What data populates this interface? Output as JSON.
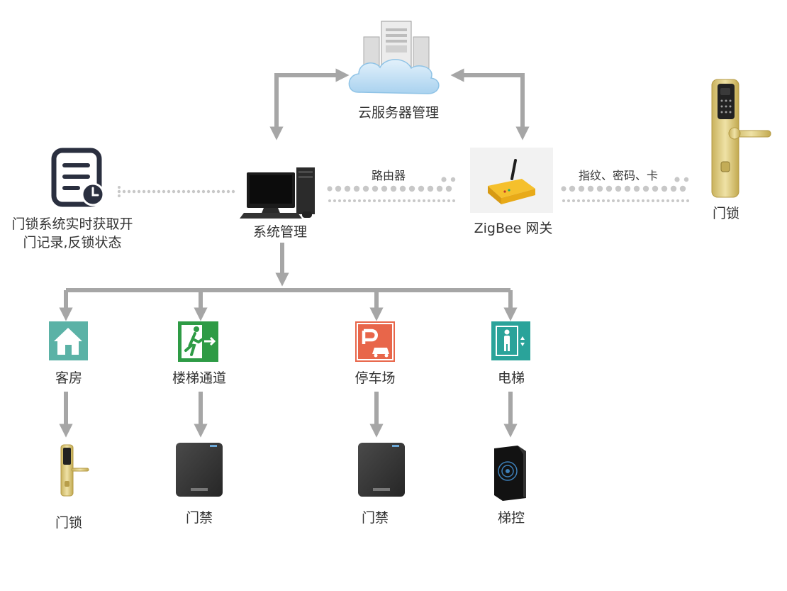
{
  "nodes": {
    "cloud": "云服务器管理",
    "system": "系统管理",
    "gateway": "ZigBee 网关",
    "lock_right": "门锁",
    "notice_line1": "门锁系统实时获取开",
    "notice_line2": "门记录,反锁状态"
  },
  "edges": {
    "router": "路由器",
    "lock_methods": "指纹、密码、卡"
  },
  "branches": [
    {
      "name": "客房",
      "device": "门锁"
    },
    {
      "name": "楼梯通道",
      "device": "门禁"
    },
    {
      "name": "停车场",
      "device": "门禁"
    },
    {
      "name": "电梯",
      "device": "梯控"
    }
  ],
  "colors": {
    "arrow": "#a6a6a6",
    "dots": "#c8c8c8",
    "room_icon": "#5bb2a6",
    "exit_icon": "#2e9b45",
    "parking_icon": "#e8664a",
    "elevator_icon": "#2aa39a",
    "gateway_body": "#f2b41a",
    "lock_gold": "#d7c47a"
  },
  "icons": {
    "cloud": "cloud-server-icon",
    "system": "desktop-computer-icon",
    "gateway": "zigbee-gateway-icon",
    "notice": "document-clock-icon",
    "lock": "door-lock-icon",
    "room": "house-icon",
    "stairs": "emergency-exit-icon",
    "parking": "parking-icon",
    "elevator": "elevator-icon",
    "reader": "card-reader-icon",
    "elevator_reader": "elevator-card-reader-icon"
  }
}
